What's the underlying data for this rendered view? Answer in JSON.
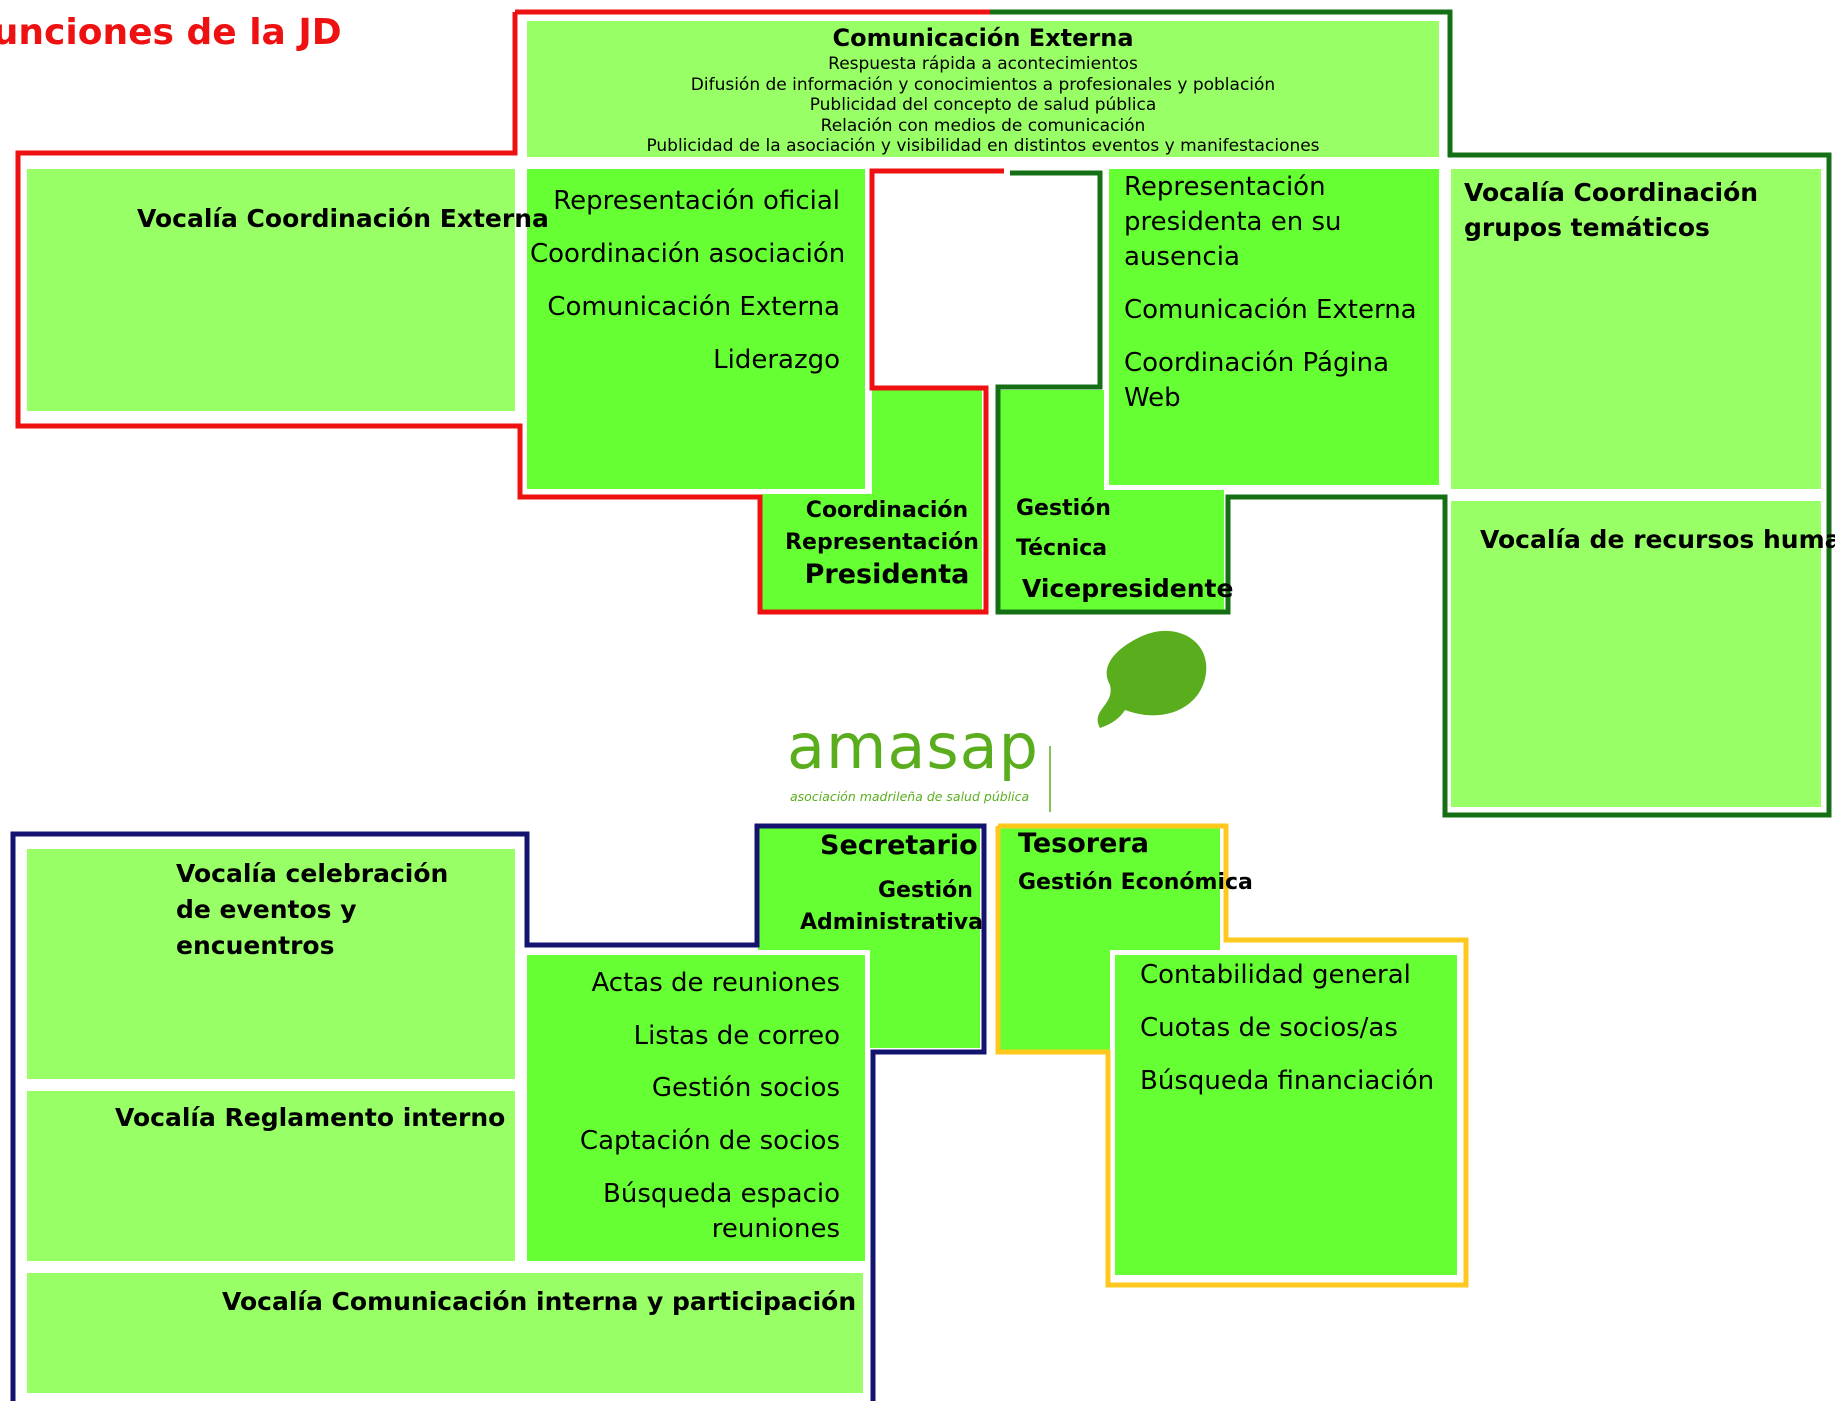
{
  "page_title": "Funciones de la JD",
  "comunicacion_externa": {
    "title": "Comunicación Externa",
    "items": [
      "Respuesta rápida a acontecimientos",
      "Difusión de información y conocimientos a profesionales y población",
      "Publicidad del concepto de salud pública",
      "Relación con medios de comunicación",
      "Publicidad de la asociación y visibilidad en distintos eventos y manifestaciones"
    ]
  },
  "presidenta": {
    "role": "Presidenta",
    "summary_line1": "Coordinación",
    "summary_line2": "Representación",
    "functions": [
      "Representación oficial",
      "Coordinación asociación",
      "Comunicación Externa",
      "Liderazgo"
    ]
  },
  "vicepresidente": {
    "role": "Vicepresidente",
    "summary_line1": "Gestión",
    "summary_line2": "Técnica",
    "functions": [
      "Representación presidenta en su ausencia",
      "Comunicación Externa",
      "Coordinación Página Web"
    ]
  },
  "secretario": {
    "role": "Secretario",
    "summary_line1": "Gestión",
    "summary_line2": "Administrativa",
    "functions": [
      "Actas de reuniones",
      "Listas de correo",
      "Gestión socios",
      "Captación de socios",
      "Búsqueda espacio reuniones"
    ]
  },
  "tesorera": {
    "role": "Tesorera",
    "summary": "Gestión Económica",
    "functions": [
      "Contabilidad general",
      "Cuotas de socios/as",
      "Búsqueda financiación"
    ]
  },
  "vocalias": {
    "coordinacion_externa": "Vocalía Coordinación Externa",
    "grupos_tematicos": "Vocalía Coordinación grupos temáticos",
    "recursos_humanos": "Vocalía de recursos humanos",
    "eventos": "Vocalía celebración de eventos y encuentros",
    "reglamento": "Vocalía Reglamento interno",
    "comunicacion_interna": "Vocalía Comunicación interna y participación"
  },
  "logo": {
    "name": "amasap",
    "tagline": "asociación madrileña de salud pública"
  },
  "colors": {
    "light_green": "#99FF66",
    "mid_green": "#66FF33",
    "red_outline": "#EE1111",
    "green_outline": "#157015",
    "navy_outline": "#141470",
    "yellow_outline": "#FFC81E",
    "logo_green": "#5AAE1E"
  }
}
